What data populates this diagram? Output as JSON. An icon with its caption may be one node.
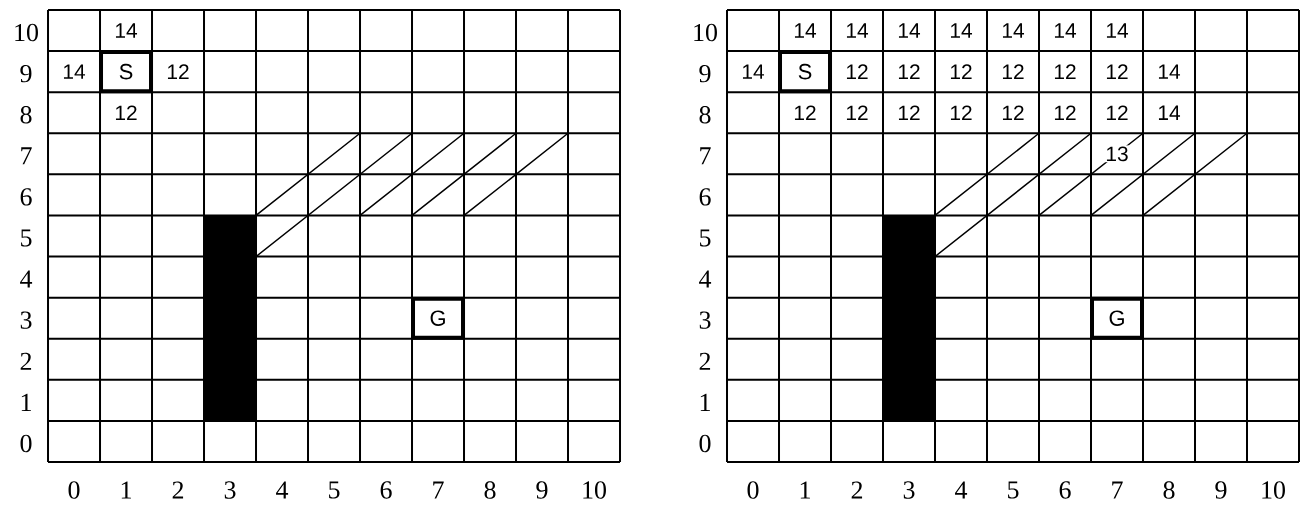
{
  "diagram": {
    "nodes": [
      {
        "text": [
          "S"
        ]
      },
      {
        "text": [
          "G"
        ]
      },
      {
        "text": [
          "S"
        ]
      },
      {
        "text": [
          "G"
        ]
      },
      {
        "text": [],
        "shape": "bar"
      },
      {
        "text": [],
        "shape": "bar"
      }
    ],
    "labels": [
      "10",
      "14",
      "9",
      "14",
      "12",
      "8",
      "12",
      "7",
      "6",
      "5",
      "4",
      "3",
      "2",
      "1",
      "0",
      "0",
      "1",
      "2",
      "3",
      "4",
      "5",
      "6",
      "7",
      "8",
      "9",
      "10",
      "10",
      "14",
      "14",
      "14",
      "14",
      "14",
      "14",
      "14",
      "9",
      "14",
      "12",
      "12",
      "12",
      "12",
      "12",
      "12",
      "14",
      "8",
      "12",
      "12",
      "12",
      "12",
      "12",
      "12",
      "12",
      "14",
      "7",
      "13",
      "6",
      "5",
      "4",
      "3",
      "2",
      "1",
      "0",
      "0",
      "1",
      "2",
      "3",
      "4",
      "5",
      "6",
      "7",
      "8",
      "9",
      "10"
    ]
  }
}
